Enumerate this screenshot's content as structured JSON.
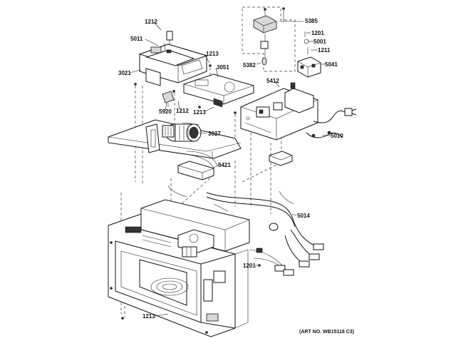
{
  "diagram": {
    "art_no": "(ART NO. WB15118 C3)",
    "labels": {
      "l1212_top": "1212",
      "l5011": "5011",
      "l1213_top": "1213",
      "l3021": "3021",
      "l3051": "3051",
      "l5920": "5920",
      "l1212_mid": "1212",
      "l1213_mid": "1213",
      "l3027": "3027",
      "l5421": "5421",
      "l5385": "5385",
      "l1201_top": "1201",
      "l5001": "5001",
      "l1211": "1211",
      "l5382": "5382",
      "l5041": "5041",
      "l5412": "5412",
      "l5010": "5010",
      "l5014": "5014",
      "l1201_bot": "1201",
      "l1213_bot": "1213"
    }
  }
}
